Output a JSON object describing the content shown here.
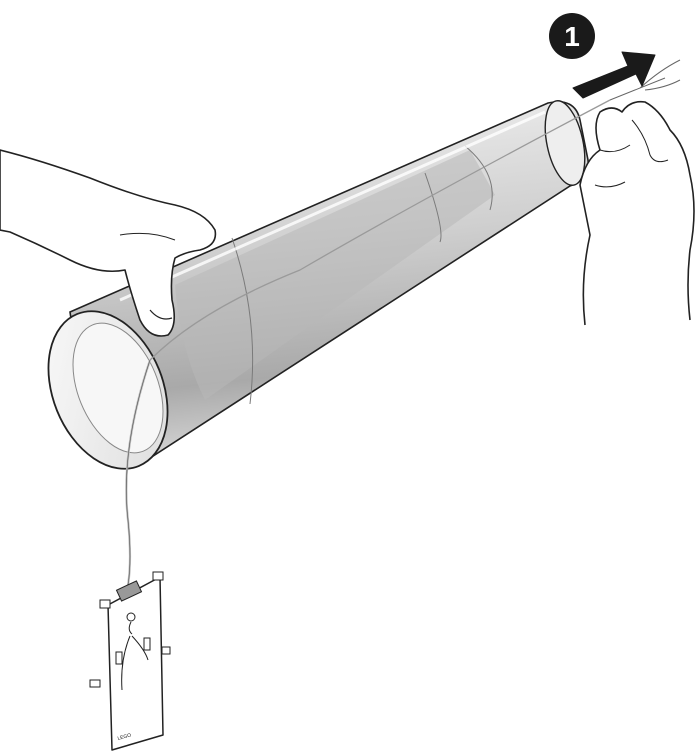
{
  "step": {
    "number": "1",
    "badge_color": "#1a1a1a",
    "badge_text_color": "#ffffff"
  },
  "arrow": {
    "direction": "pull-right",
    "color": "#1a1a1a"
  },
  "plate": {
    "label": "LEGO"
  },
  "colors": {
    "outline": "#222222",
    "tube_fill": "#e6e6e6",
    "tube_shade": "#bdbdbd",
    "tube_inner": "#f4f4f4",
    "cord": "#cfcfcf",
    "skin": "#ffffff"
  },
  "icons": [
    "step-number-badge",
    "pull-arrow-icon"
  ]
}
